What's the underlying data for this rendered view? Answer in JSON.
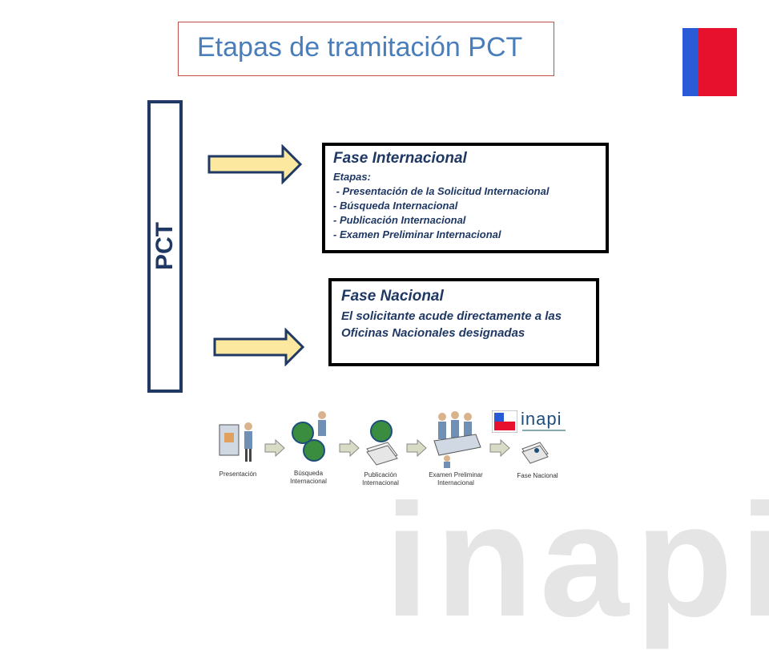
{
  "title": "Etapas de tramitación PCT",
  "pct_label": "PCT",
  "fase_internacional": {
    "title": "Fase Internacional",
    "lines": [
      "Etapas:",
      " - Presentación de la Solicitud Internacional",
      "- Búsqueda Internacional",
      "- Publicación Internacional",
      "- Examen Preliminar Internacional"
    ]
  },
  "fase_nacional": {
    "title": "Fase Nacional",
    "text": "El solicitante acude directamente a las Oficinas Nacionales designadas"
  },
  "steps": [
    {
      "label": "Presentación"
    },
    {
      "label": "Búsqueda Internacional"
    },
    {
      "label": "Publicación Internacional"
    },
    {
      "label": "Examen Preliminar Internacional"
    },
    {
      "label": "Fase Nacional"
    }
  ],
  "logo_text": "inapi",
  "watermark_text": "inapi",
  "colors": {
    "title": "#4a7ebb",
    "navy": "#1f3864",
    "arrow_fill": "#fde8a0",
    "arrow_stroke": "#1f3864",
    "flag_blue": "#2a5bd7",
    "flag_red": "#e8112d"
  }
}
